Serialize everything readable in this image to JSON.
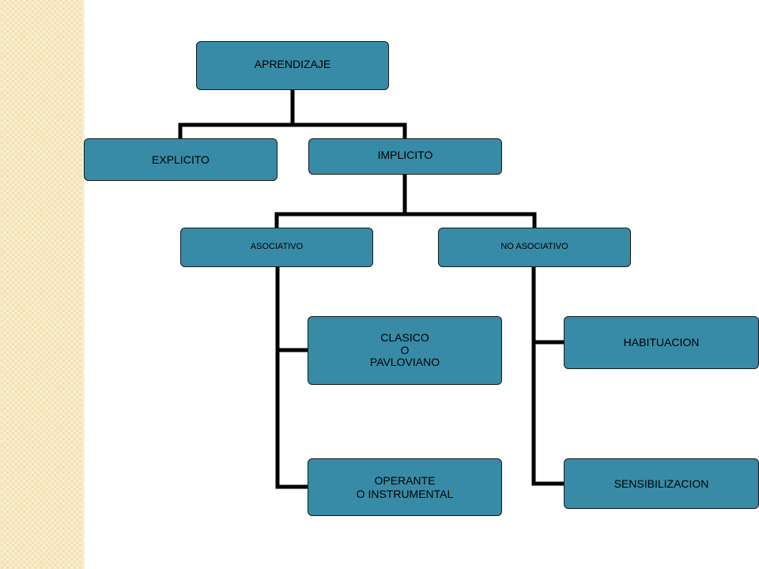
{
  "diagram": {
    "root": "APRENDIZAJE",
    "explicito": "EXPLICITO",
    "implicito": "IMPLICITO",
    "asociativo": "ASOCIATIVO",
    "no_asociativo": "NO ASOCIATIVO",
    "clasico": "CLASICO\nO\nPAVLOVIANO",
    "operante": "OPERANTE\nO INSTRUMENTAL",
    "habituacion": "HABITUACION",
    "sensibilizacion": "SENSIBILIZACION"
  },
  "colors": {
    "node_fill": "#378ba6",
    "connector": "#000000",
    "side_band": "#f3e2b2"
  }
}
